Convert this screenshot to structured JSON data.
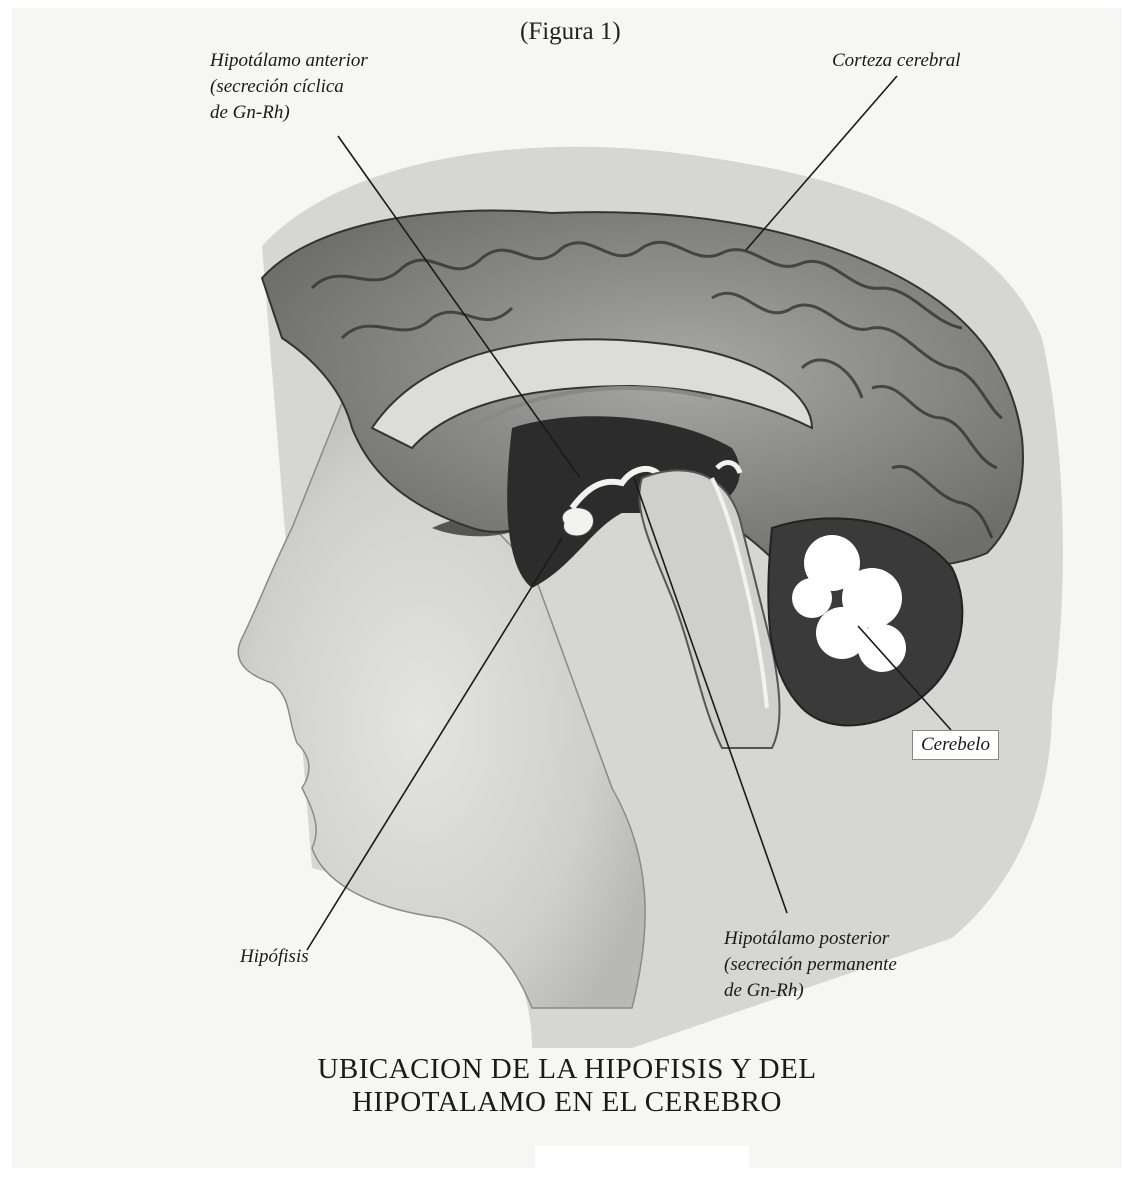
{
  "figure_number": "(Figura 1)",
  "labels": {
    "hipotalamo_anterior": [
      "Hipotálamo anterior",
      "(secreción cíclica",
      "de Gn-Rh)"
    ],
    "corteza_cerebral": "Corteza cerebral",
    "cerebelo": "Cerebelo",
    "hipofisis": "Hipófisis",
    "hipotalamo_posterior": [
      "Hipotálamo posterior",
      "(secreción permanente",
      "de Gn-Rh)"
    ]
  },
  "caption": [
    "UBICACION DE LA HIPOFISIS Y DEL",
    "HIPOTALAMO EN EL CEREBRO"
  ],
  "colors": {
    "paper": "#f6f6f4",
    "ink": "#1a1a1a",
    "shade": "#9a9a9a"
  }
}
